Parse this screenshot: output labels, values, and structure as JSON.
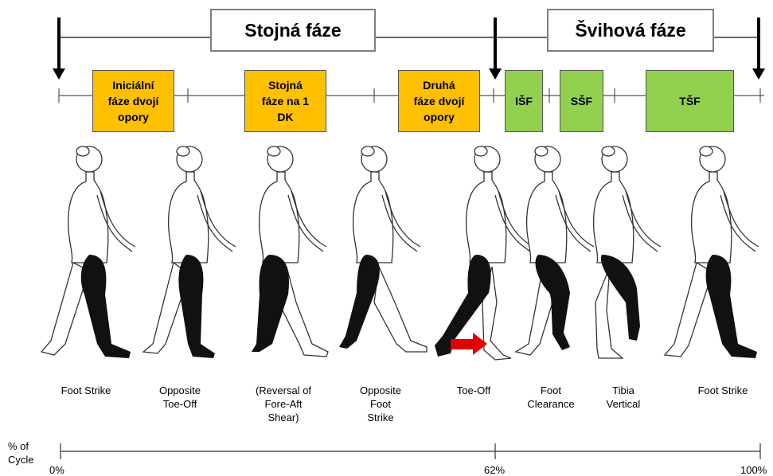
{
  "phases": {
    "stance": "Stojná fáze",
    "swing": "Švihová fáze"
  },
  "subphases": [
    {
      "label": "Iniciální\nfáze dvojí\nopory",
      "color": "#ffc000"
    },
    {
      "label": "Stojná\nfáze na 1\nDK",
      "color": "#ffc000"
    },
    {
      "label": "Druhá\nfáze dvojí\nopory",
      "color": "#ffc000"
    },
    {
      "label": "IŠF",
      "color": "#92d050"
    },
    {
      "label": "SŠF",
      "color": "#92d050"
    },
    {
      "label": "TŠF",
      "color": "#92d050"
    }
  ],
  "events": [
    "Foot Strike",
    "Opposite\nToe-Off",
    "(Reversal of\nFore-Aft\nShear)",
    "Opposite\nFoot\nStrike",
    "Toe-Off",
    "Foot\nClearance",
    "Tibia\nVertical",
    "Foot Strike"
  ],
  "axis": {
    "title": "% of\nCycle",
    "ticks": [
      "0%",
      "62%",
      "100%"
    ]
  },
  "colors": {
    "stance_leg": "#111111",
    "arrow": "#e00000",
    "outline": "#333333"
  }
}
